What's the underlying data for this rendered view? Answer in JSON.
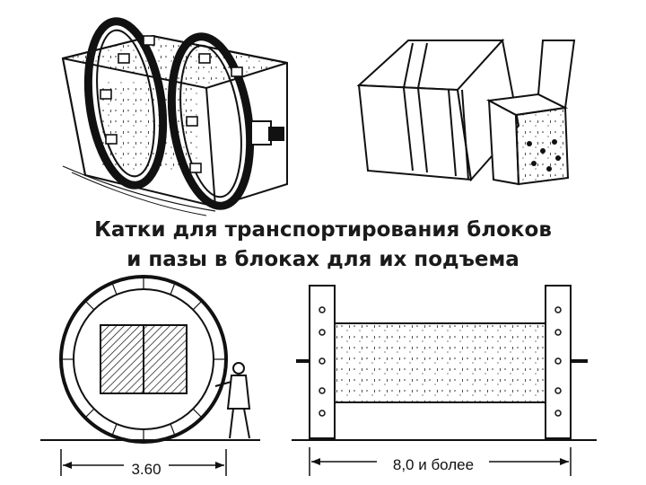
{
  "caption": {
    "line1": "Катки для транспортирования блоков",
    "line2": "и пазы в блоках для их подъема"
  },
  "dimensions": {
    "left_width": "3.60",
    "right_width": "8,0 и более"
  },
  "colors": {
    "ink": "#111111",
    "background": "#ffffff"
  }
}
